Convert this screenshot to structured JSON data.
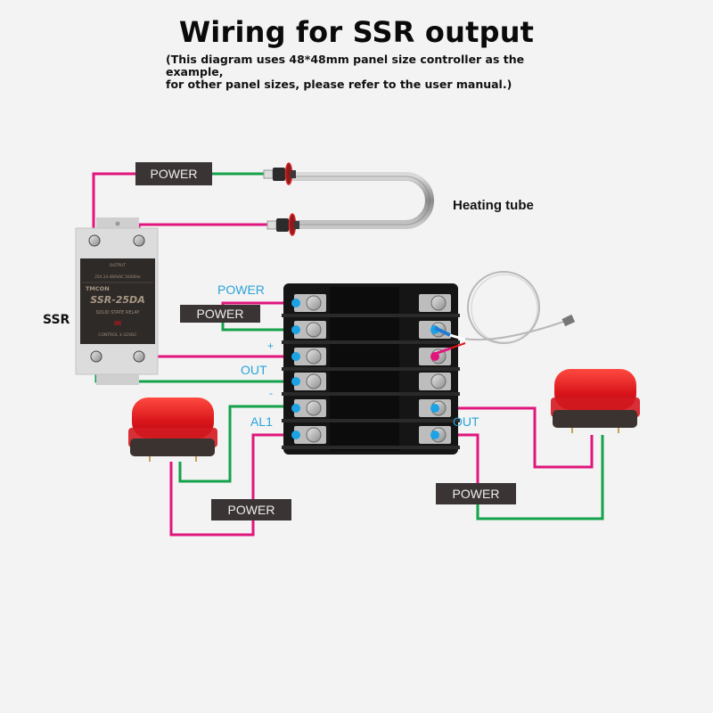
{
  "header": {
    "title": "Wiring for SSR output",
    "subtitle_line1": "(This diagram uses 48*48mm panel size controller as the example,",
    "subtitle_line2": "for other panel sizes, please refer to the user manual.)"
  },
  "components": {
    "heating_tube_label": "Heating tube",
    "ssr_label": "SSR",
    "ssr_body": {
      "brand": "TMCON",
      "model": "SSR-25DA",
      "type": "SOLID STATE RELAY",
      "output_label": "OUTPUT",
      "rating": "25A  24-480VAC  50/60Hz",
      "control": "CONTROL 3-32VDC"
    }
  },
  "power_boxes": {
    "heater_power": "POWER",
    "controller_power": "POWER",
    "alarm_left_power": "POWER",
    "alarm_right_power": "POWER"
  },
  "terminal_labels": {
    "power": "POWER",
    "plus": "+",
    "out": "OUT",
    "minus": "-",
    "al1": "AL1",
    "right_out": "OUT"
  },
  "colors": {
    "live_wire": "#e0157d",
    "neutral_wire": "#14a24a",
    "terminal_dot": "#1ba3e6",
    "label_blue": "#2aa3d8",
    "power_box": "#3a3534",
    "alarm_red": "#e3141b",
    "background": "#f3f3f3"
  }
}
